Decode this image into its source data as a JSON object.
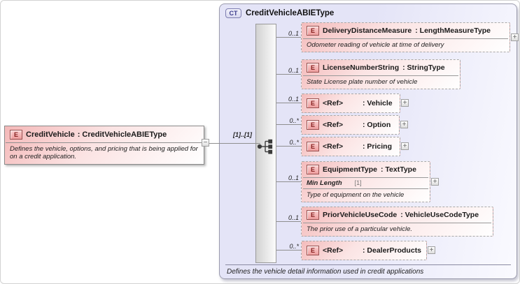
{
  "diagram": {
    "element": {
      "badge": "E",
      "name": "CreditVehicle",
      "type": ": CreditVehicleABIEType",
      "description": "Defines the vehicle, options, and pricing that is being applied for on a credit application.",
      "collapse_glyph": "−"
    },
    "complex_type": {
      "badge": "CT",
      "title": "CreditVehicleABIEType",
      "compositor_cardinality": "[1]..[1]",
      "footer": "Defines the vehicle detail information used in credit applications"
    },
    "expand_glyph": "+",
    "children": [
      {
        "badge": "E",
        "cardinality": "0..1",
        "name": "DeliveryDistanceMeasure",
        "type": ": LengthMeasureType",
        "description": "Odometer reading of vehicle at time of delivery",
        "expand": true
      },
      {
        "badge": "E",
        "cardinality": "0..1",
        "name": "LicenseNumberString",
        "type": ": StringType",
        "description": "State License plate number of vehicle",
        "expand": false
      },
      {
        "badge": "E",
        "cardinality": "0..1",
        "name": "<Ref>",
        "type": ": Vehicle",
        "expand": true
      },
      {
        "badge": "E",
        "cardinality": "0..*",
        "name": "<Ref>",
        "type": ": Option",
        "expand": true
      },
      {
        "badge": "E",
        "cardinality": "0..*",
        "name": "<Ref>",
        "type": ": Pricing",
        "expand": true
      },
      {
        "badge": "E",
        "cardinality": "0..1",
        "name": "EquipmentType",
        "type": ": TextType",
        "facet": {
          "label": "Min Length",
          "value": "[1]"
        },
        "description": "Type of equipment on the vehicle",
        "expand": true
      },
      {
        "badge": "E",
        "cardinality": "0..1",
        "name": "PriorVehicleUseCode",
        "type": ": VehicleUseCodeType",
        "description": "The prior use of a particular vehicle.",
        "expand": false
      },
      {
        "badge": "E",
        "cardinality": "0..*",
        "name": "<Ref>",
        "type": ": DealerProducts",
        "expand": true
      }
    ]
  }
}
